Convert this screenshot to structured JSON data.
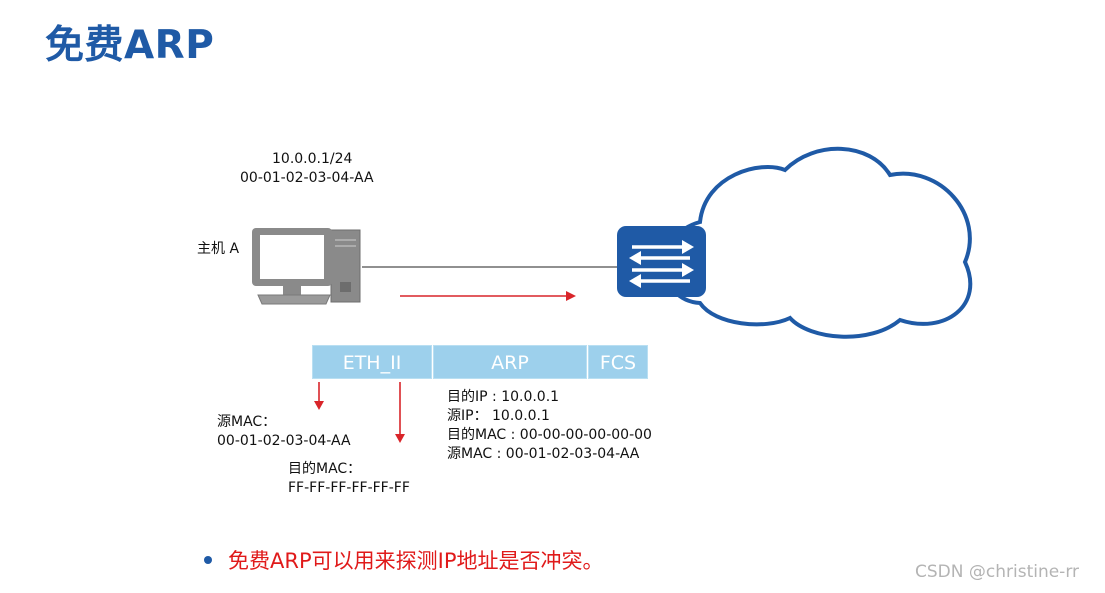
{
  "title": "免费ARP",
  "host": {
    "ip": "10.0.0.1/24",
    "mac": "00-01-02-03-04-AA",
    "name": "主机 A"
  },
  "frame": {
    "segments": [
      "ETH_II",
      "ARP",
      "FCS"
    ]
  },
  "eth_fields": {
    "src_label": "源MAC：",
    "src_value": "00-01-02-03-04-AA",
    "dst_label": "目的MAC：",
    "dst_value": "FF-FF-FF-FF-FF-FF"
  },
  "arp_fields": {
    "line1": "目的IP : 10.0.0.1",
    "line2": "源IP： 10.0.0.1",
    "line3": "目的MAC : 00-00-00-00-00-00",
    "line4": "源MAC : 00-01-02-03-04-AA"
  },
  "bullet_text": "免费ARP可以用来探测IP地址是否冲突。",
  "watermark": "CSDN @christine-rr",
  "colors": {
    "title": "#1f5aa6",
    "switch": "#1f5aa6",
    "arrow": "#d9252a",
    "frame_segment": "#9dd0ec",
    "cloud_outline": "#1f5aa6",
    "computer": "#8a8a8a"
  },
  "icons": {
    "host": "desktop-computer-icon",
    "device": "switch-icon",
    "network": "cloud-icon"
  }
}
